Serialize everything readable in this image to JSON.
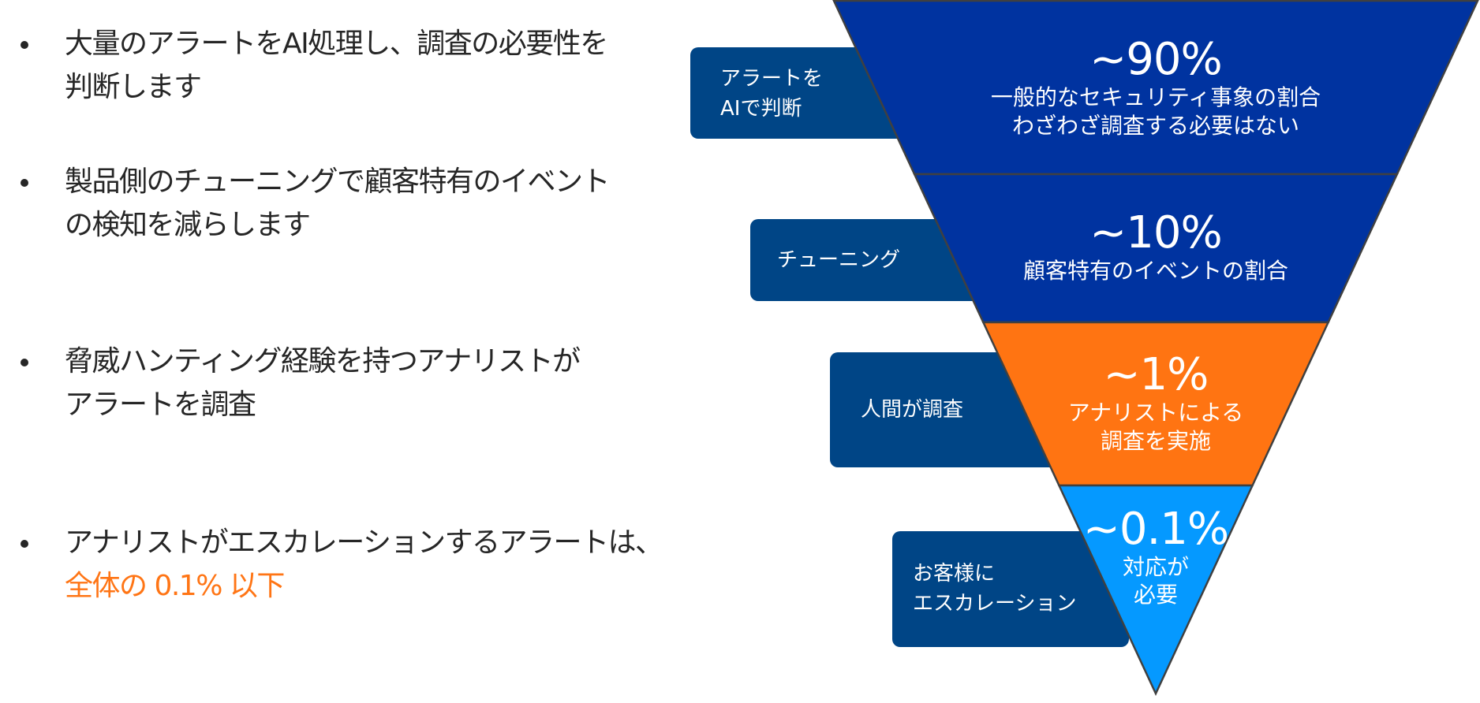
{
  "bullets": [
    {
      "lines": [
        "大量のアラートをAI処理し、調査の必要性を",
        "判断します"
      ]
    },
    {
      "lines": [
        "製品側のチューニングで顧客特有のイベント",
        "の検知を減らします"
      ]
    },
    {
      "lines": [
        "脅威ハンティング経験を持つアナリストが",
        "アラートを調査"
      ]
    },
    {
      "lines": [
        "アナリストがエスカレーションするアラートは、",
        "全体の 0.1% 以下"
      ],
      "accent_line": 1
    }
  ],
  "funnel": {
    "stages": [
      {
        "label_lines": [
          "アラートを",
          "AIで判断"
        ],
        "percent": "~90%",
        "description_lines": [
          "一般的なセキュリティ事象の割合",
          "わざわざ調査する必要はない"
        ],
        "color": "#0033A0"
      },
      {
        "label_lines": [
          "チューニング"
        ],
        "percent": "~10%",
        "description_lines": [
          "顧客特有のイベントの割合"
        ],
        "color": "#0033A0"
      },
      {
        "label_lines": [
          "人間が調査"
        ],
        "percent": "~1%",
        "description_lines": [
          "アナリストによる",
          "調査を実施"
        ],
        "color": "#FF7412"
      },
      {
        "label_lines": [
          "お客様に",
          "エスカレーション"
        ],
        "percent": "~0.1%",
        "description_lines": [
          "対応が",
          "必要"
        ],
        "color": "#0599FF"
      }
    ],
    "label_box_color": "#004586",
    "outline_color": "#404040",
    "accent_text_color": "#FF7515"
  }
}
